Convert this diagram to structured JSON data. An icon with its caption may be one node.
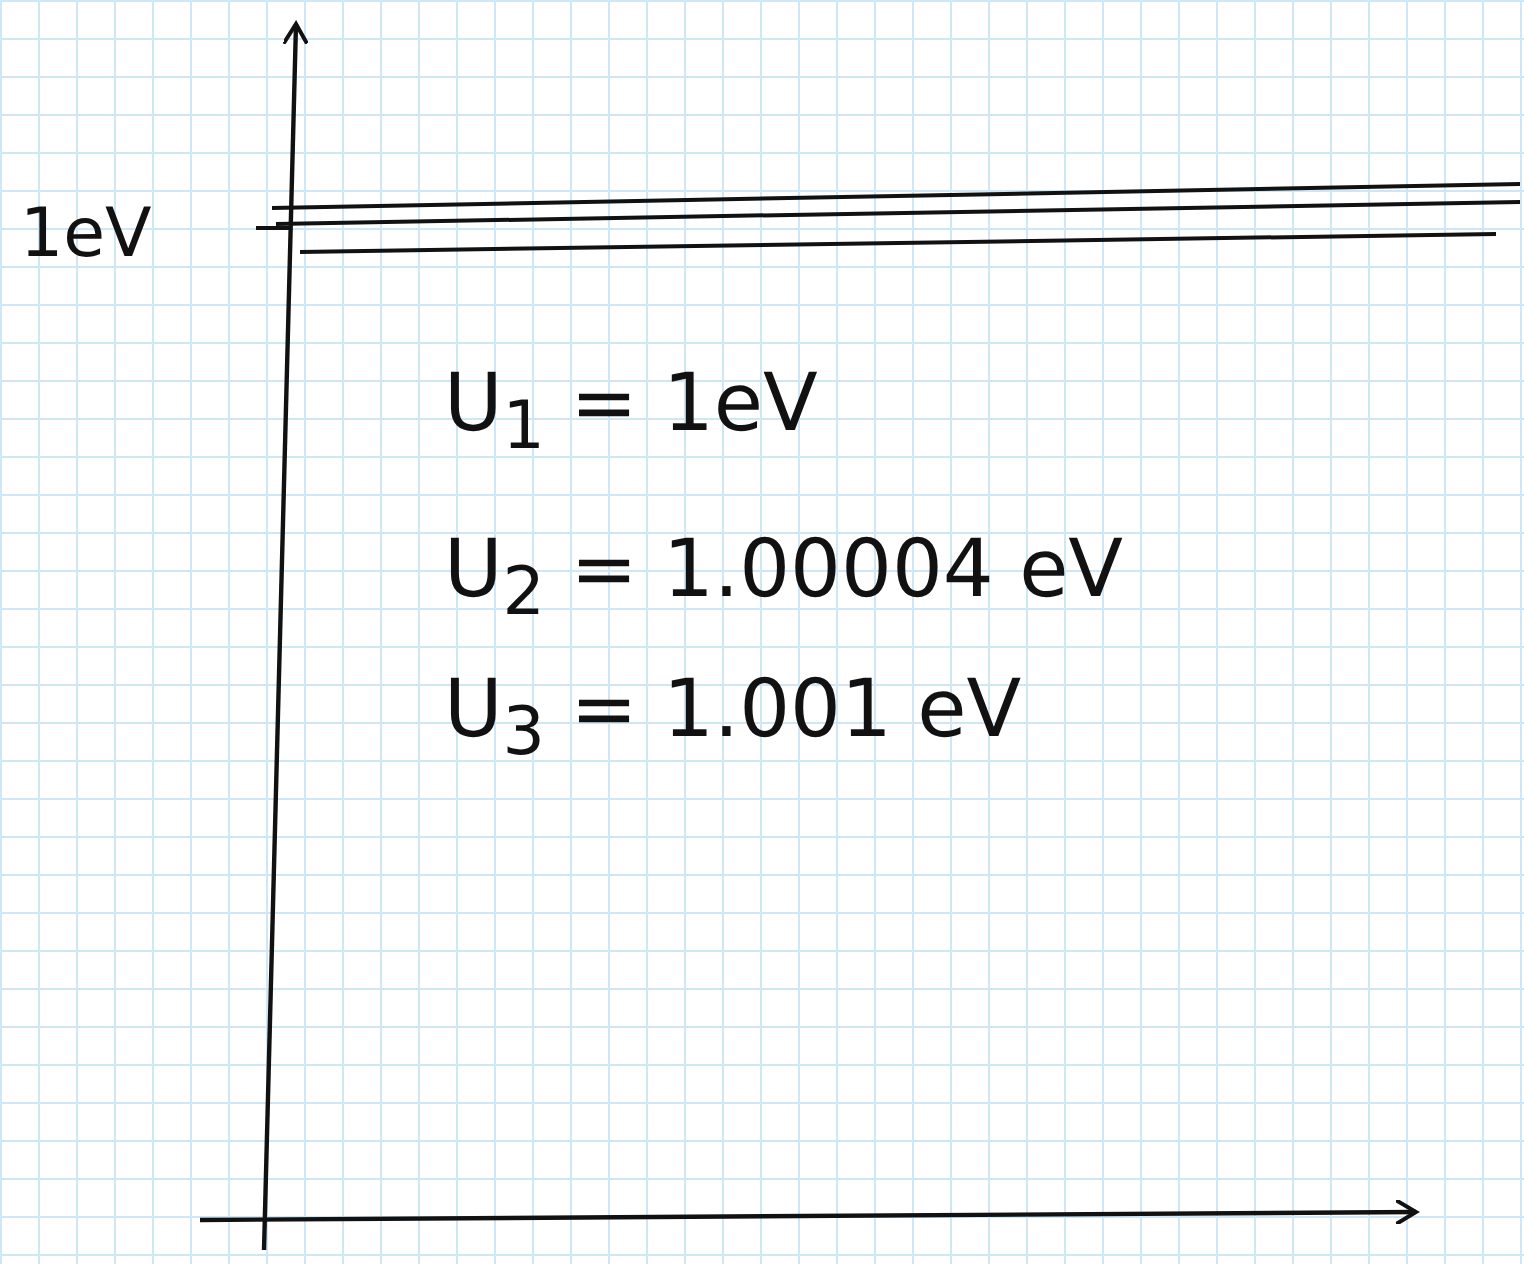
{
  "diagram": {
    "labels": [
      "1eV",
      "U$_{1}$ = 1eV",
      "U$_{2}$ = 1.00004 eV",
      "U$_{3}$ = 1.001 eV"
    ]
  }
}
